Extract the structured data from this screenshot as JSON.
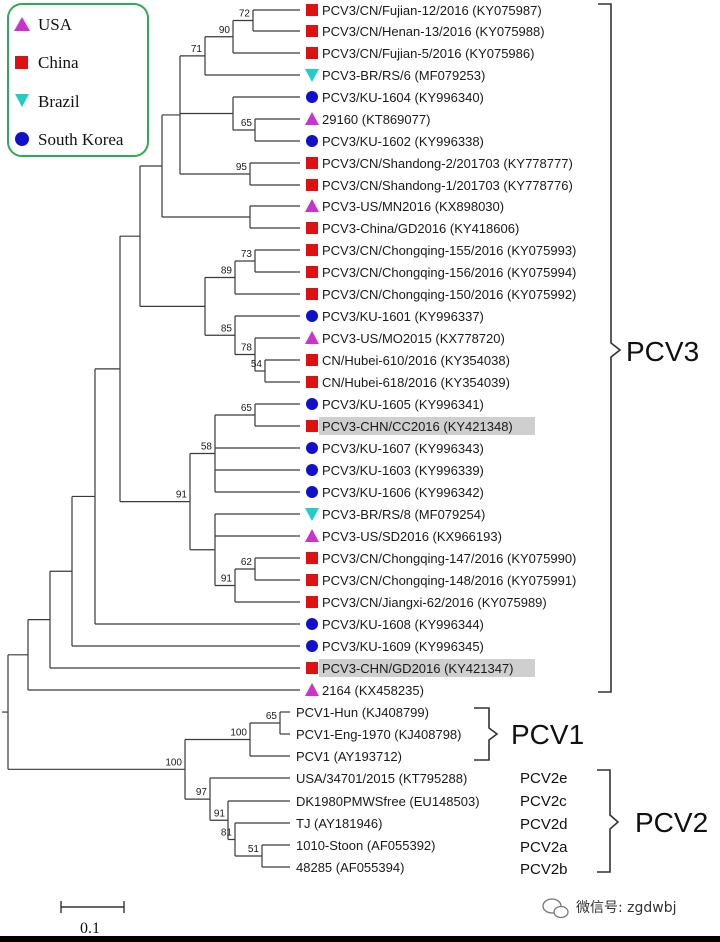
{
  "legend": [
    {
      "label": "USA",
      "shape": "triangle",
      "color": "#cc33cc"
    },
    {
      "label": "China",
      "shape": "square",
      "color": "#dd1111"
    },
    {
      "label": "Brazil",
      "shape": "triangle-down",
      "color": "#22cccc"
    },
    {
      "label": "South Korea",
      "shape": "circle",
      "color": "#1111cc"
    }
  ],
  "taxa": [
    {
      "label": "PCV3/CN/Fujian-12/2016 (KY075987)",
      "marker": "square"
    },
    {
      "label": "PCV3/CN/Henan-13/2016 (KY075988)",
      "marker": "square"
    },
    {
      "label": "PCV3/CN/Fujian-5/2016 (KY075986)",
      "marker": "square"
    },
    {
      "label": "PCV3-BR/RS/6 (MF079253)",
      "marker": "triangle-down"
    },
    {
      "label": "PCV3/KU-1604 (KY996340)",
      "marker": "circle"
    },
    {
      "label": "29160 (KT869077)",
      "marker": "triangle"
    },
    {
      "label": "PCV3/KU-1602 (KY996338)",
      "marker": "circle"
    },
    {
      "label": "PCV3/CN/Shandong-2/201703 (KY778777)",
      "marker": "square"
    },
    {
      "label": "PCV3/CN/Shandong-1/201703 (KY778776)",
      "marker": "square"
    },
    {
      "label": "PCV3-US/MN2016 (KX898030)",
      "marker": "triangle"
    },
    {
      "label": "PCV3-China/GD2016 (KY418606)",
      "marker": "square"
    },
    {
      "label": "PCV3/CN/Chongqing-155/2016 (KY075993)",
      "marker": "square"
    },
    {
      "label": "PCV3/CN/Chongqing-156/2016 (KY075994)",
      "marker": "square"
    },
    {
      "label": "PCV3/CN/Chongqing-150/2016 (KY075992)",
      "marker": "square"
    },
    {
      "label": "PCV3/KU-1601 (KY996337)",
      "marker": "circle"
    },
    {
      "label": "PCV3-US/MO2015 (KX778720)",
      "marker": "triangle"
    },
    {
      "label": "CN/Hubei-610/2016 (KY354038)",
      "marker": "square"
    },
    {
      "label": "CN/Hubei-618/2016 (KY354039)",
      "marker": "square"
    },
    {
      "label": "PCV3/KU-1605 (KY996341)",
      "marker": "circle"
    },
    {
      "label": "PCV3-CHN/CC2016 (KY421348)",
      "marker": "square",
      "highlight": true
    },
    {
      "label": "PCV3/KU-1607 (KY996343)",
      "marker": "circle"
    },
    {
      "label": "PCV3/KU-1603 (KY996339)",
      "marker": "circle"
    },
    {
      "label": "PCV3/KU-1606 (KY996342)",
      "marker": "circle"
    },
    {
      "label": "PCV3-BR/RS/8 (MF079254)",
      "marker": "triangle-down"
    },
    {
      "label": "PCV3-US/SD2016 (KX966193)",
      "marker": "triangle"
    },
    {
      "label": "PCV3/CN/Chongqing-147/2016 (KY075990)",
      "marker": "square"
    },
    {
      "label": "PCV3/CN/Chongqing-148/2016 (KY075991)",
      "marker": "square"
    },
    {
      "label": "PCV3/CN/Jiangxi-62/2016 (KY075989)",
      "marker": "square"
    },
    {
      "label": "PCV3/KU-1608 (KY996344)",
      "marker": "circle"
    },
    {
      "label": "PCV3/KU-1609 (KY996345)",
      "marker": "circle"
    },
    {
      "label": "PCV3-CHN/GD2016 (KY421347)",
      "marker": "square",
      "highlight": true
    },
    {
      "label": "2164 (KX458235)",
      "marker": "triangle"
    },
    {
      "label": "PCV1-Hun (KJ408799)",
      "marker": "none"
    },
    {
      "label": "PCV1-Eng-1970 (KJ408798)",
      "marker": "none"
    },
    {
      "label": "PCV1 (AY193712)",
      "marker": "none"
    },
    {
      "label": "USA/34701/2015 (KT795288)",
      "marker": "none"
    },
    {
      "label": "DK1980PMWSfree (EU148503)",
      "marker": "none"
    },
    {
      "label": "TJ (AY181946)",
      "marker": "none"
    },
    {
      "label": "1010-Stoon (AF055392)",
      "marker": "none"
    },
    {
      "label": "48285 (AF055394)",
      "marker": "none"
    }
  ],
  "bootstrap_values": [
    "72",
    "90",
    "71",
    "65",
    "95",
    "73",
    "89",
    "85",
    "54",
    "78",
    "65",
    "58",
    "91",
    "91",
    "62",
    "65",
    "100",
    "100",
    "97",
    "91",
    "81",
    "51"
  ],
  "groups": {
    "pcv3": "PCV3",
    "pcv1": "PCV1",
    "pcv2": "PCV2",
    "pcv2_subtypes": [
      "PCV2e",
      "PCV2c",
      "PCV2d",
      "PCV2a",
      "PCV2b"
    ]
  },
  "scale_bar": {
    "label": "0.1"
  },
  "watermark": {
    "text": "微信号: zgdwbj"
  },
  "colors": {
    "line": "#3a3a3a",
    "highlight": "#cfcfcf",
    "legend_border": "#2faa55"
  }
}
